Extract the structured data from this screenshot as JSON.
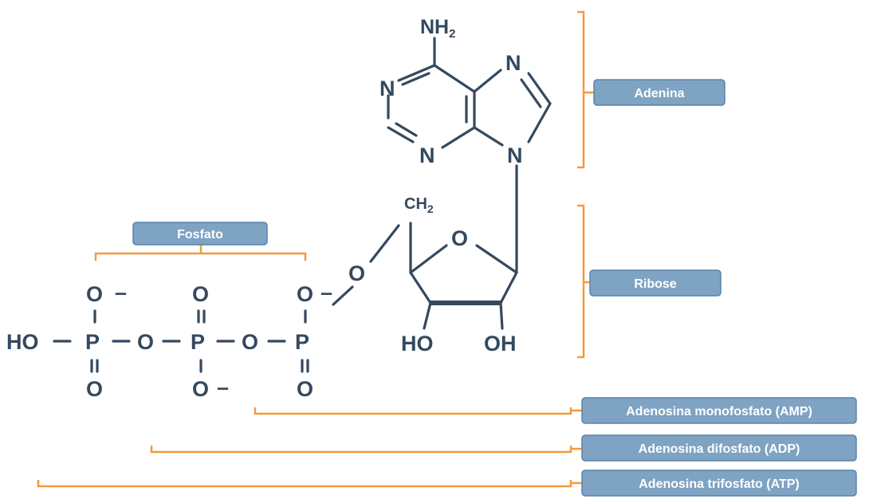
{
  "atoms": {
    "nh2": "NH",
    "nh2_sub": "2",
    "n1": "N",
    "n3": "N",
    "n7": "N",
    "n9": "N",
    "ch2": "CH",
    "ch2_sub": "2",
    "o_ring": "O",
    "o_bridge": "O",
    "ho_ribose": "HO",
    "oh_ribose": "OH",
    "ho_phos": "HO",
    "p1": "P",
    "p2": "P",
    "p3": "P",
    "o_link1": "O",
    "o_link2": "O",
    "o1_top": "O",
    "o1_bottom": "O",
    "o2_top": "O",
    "o2_bottom": "O",
    "o3_top": "O",
    "o3_bottom": "O",
    "dash": "–"
  },
  "labels": {
    "adenina": "Adenina",
    "fosfato": "Fosfato",
    "ribose": "Ribose",
    "amp": "Adenosina monofosfato (AMP)",
    "adp": "Adenosina difosfato (ADP)",
    "atp": "Adenosina trifosfato (ATP)"
  },
  "colors": {
    "molecule": "#34495e",
    "bracket": "#f39a3d",
    "label_fill": "#7ea3c3",
    "label_text": "#ffffff"
  }
}
